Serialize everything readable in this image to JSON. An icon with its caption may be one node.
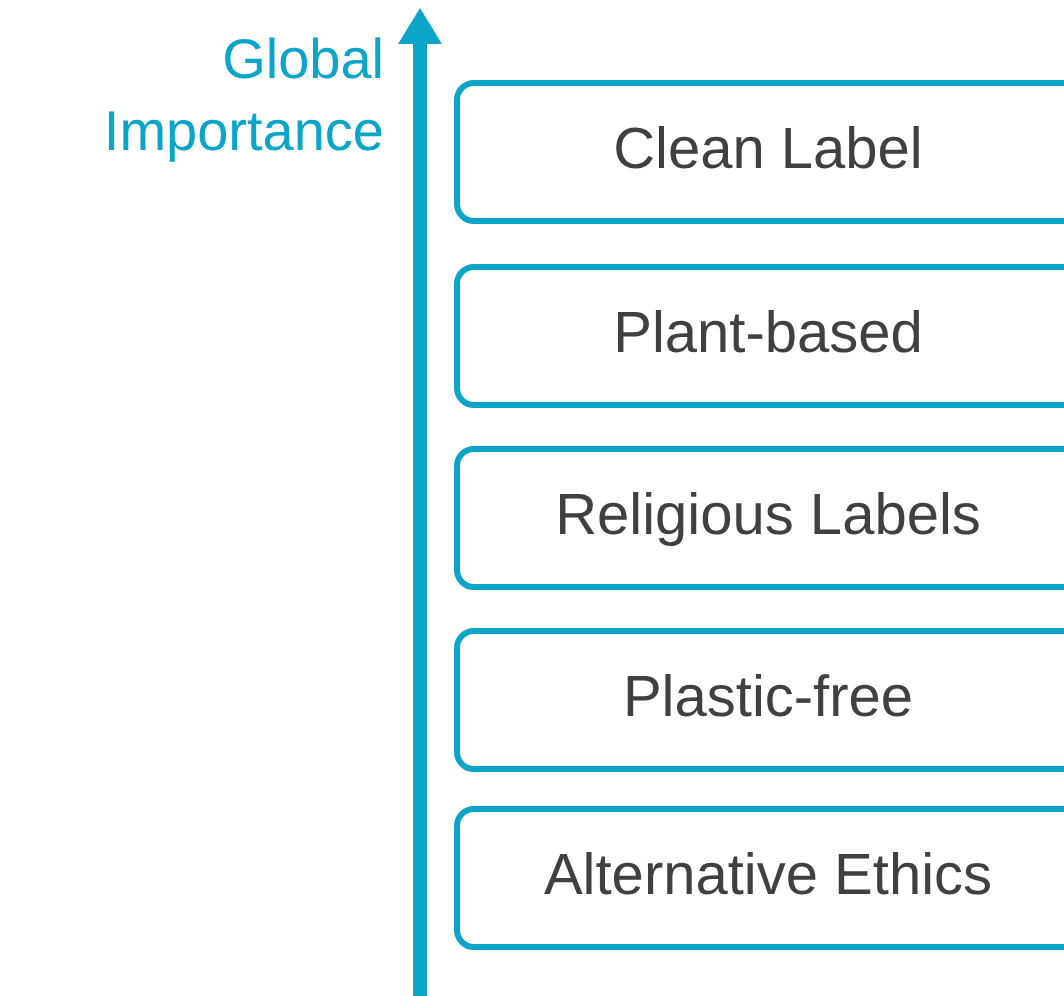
{
  "diagram": {
    "nodes": [
      {
        "text": [
          "Clean Label"
        ]
      },
      {
        "text": [
          "Plant-based"
        ]
      },
      {
        "text": [
          "Religious Labels"
        ]
      },
      {
        "text": [
          "Plastic-free"
        ]
      },
      {
        "text": [
          "Alternative Ethics"
        ]
      }
    ],
    "labels": [
      "Global Importance"
    ]
  }
}
